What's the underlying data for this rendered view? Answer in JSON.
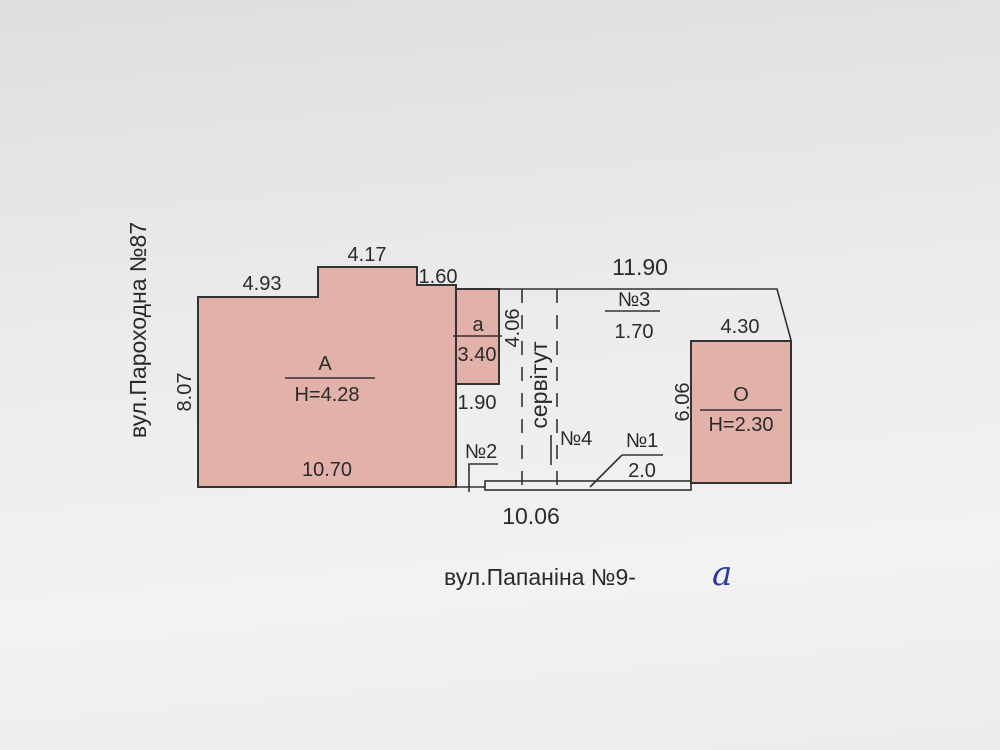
{
  "streets": {
    "left": "вул.Пароходна №87",
    "bottom": "вул.Папаніна №9-",
    "bottom_handwritten_suffix": "a"
  },
  "building_a": {
    "label": "A",
    "height": "H=4.28"
  },
  "annex_a": {
    "label": "a",
    "dimension": "3.40"
  },
  "building_o": {
    "label": "O",
    "height": "H=2.30"
  },
  "dimensions": {
    "d_4_93": "4.93",
    "d_4_17": "4.17",
    "d_1_60": "1.60",
    "d_11_90": "11.90",
    "d_8_07": "8.07",
    "d_10_70": "10.70",
    "d_4_06": "4.06",
    "d_1_90": "1.90",
    "d_1_70": "1.70",
    "d_4_30": "4.30",
    "d_6_06": "6.06",
    "d_2_0": "2.0",
    "d_10_06": "10.06"
  },
  "markers": {
    "n1": "№1",
    "n2": "№2",
    "n3": "№3",
    "n4": "№4"
  },
  "servitude_label": "сервітут",
  "colors": {
    "building_fill": "#e2b2aa",
    "ink": "#2a2a2a",
    "handwriting": "#2a3aa0"
  }
}
